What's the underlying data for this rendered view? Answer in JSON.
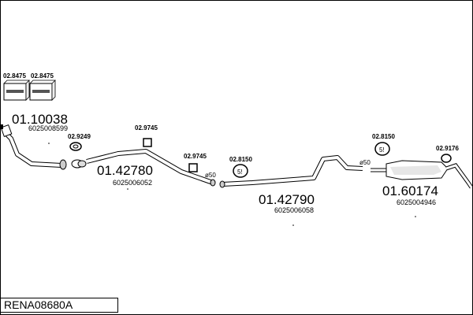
{
  "reference": "RENA08680A",
  "kits": [
    {
      "code": "02.8475"
    },
    {
      "code": "02.8475"
    }
  ],
  "parts": [
    {
      "part": "01.10038",
      "oe": "6025008599"
    },
    {
      "part": "01.42780",
      "oe": "6025006052"
    },
    {
      "part": "01.42790",
      "oe": "6025006058"
    },
    {
      "part": "01.60174",
      "oe": "6025004946"
    }
  ],
  "fittings": [
    {
      "code": "02.9249"
    },
    {
      "code": "02.9745"
    },
    {
      "code": "02.9745"
    },
    {
      "code": "02.8150"
    },
    {
      "code": "02.8150"
    },
    {
      "code": "02.9176"
    }
  ],
  "diameters": [
    "ø50",
    "ø50"
  ]
}
